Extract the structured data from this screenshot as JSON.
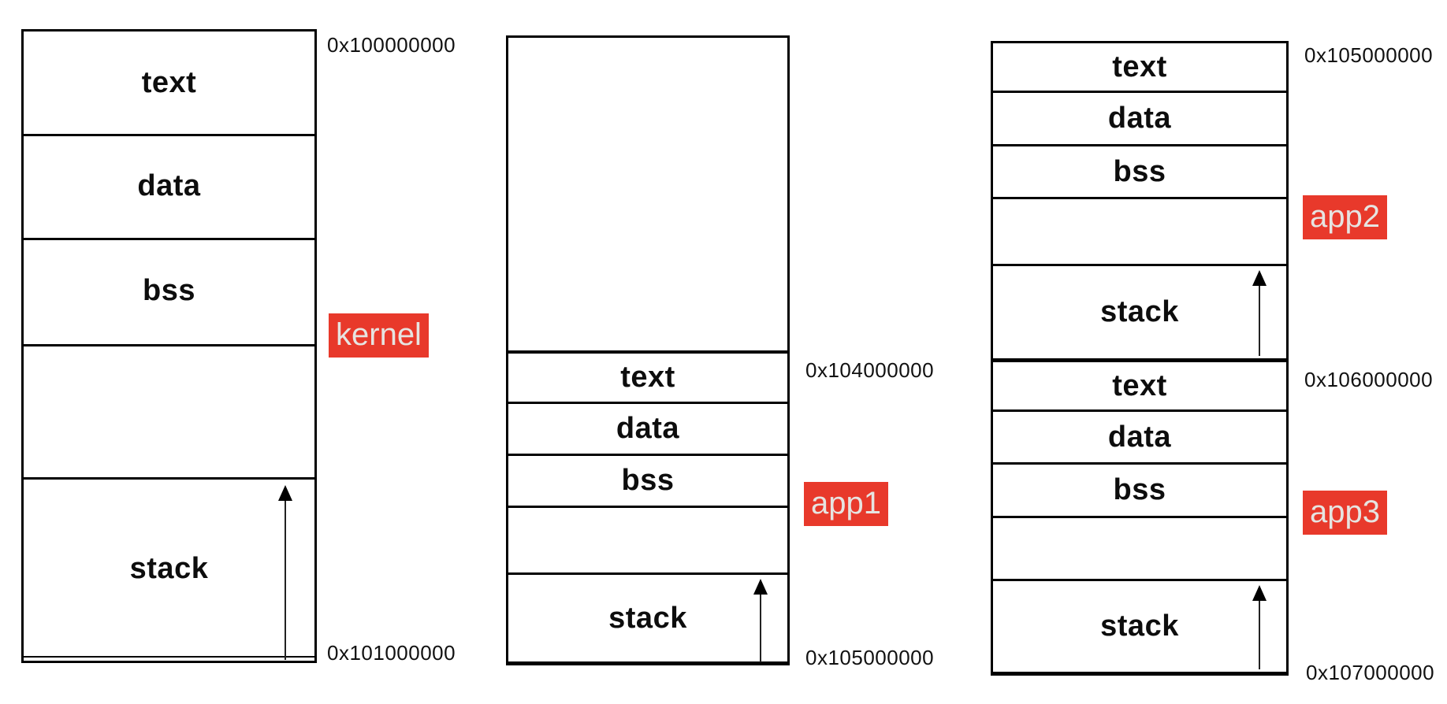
{
  "colors": {
    "tag_background": "#e8392b",
    "tag_text": "#e6e4e1",
    "diagram_line": "#000000"
  },
  "maps": [
    {
      "name": "kernel",
      "tag": "kernel",
      "segments": [
        "text",
        "data",
        "bss",
        "stack"
      ],
      "addresses": [
        "0x100000000",
        "0x101000000"
      ]
    },
    {
      "name": "app1",
      "tag": "app1",
      "segments": [
        "text",
        "data",
        "bss",
        "stack"
      ],
      "addresses": [
        "0x104000000",
        "0x105000000"
      ]
    },
    {
      "name": "app2",
      "tag": "app2",
      "segments": [
        "text",
        "data",
        "bss",
        "stack"
      ],
      "addresses": [
        "0x105000000"
      ]
    },
    {
      "name": "app3",
      "tag": "app3",
      "segments": [
        "text",
        "data",
        "bss",
        "stack"
      ],
      "addresses": [
        "0x106000000",
        "0x107000000"
      ]
    }
  ]
}
